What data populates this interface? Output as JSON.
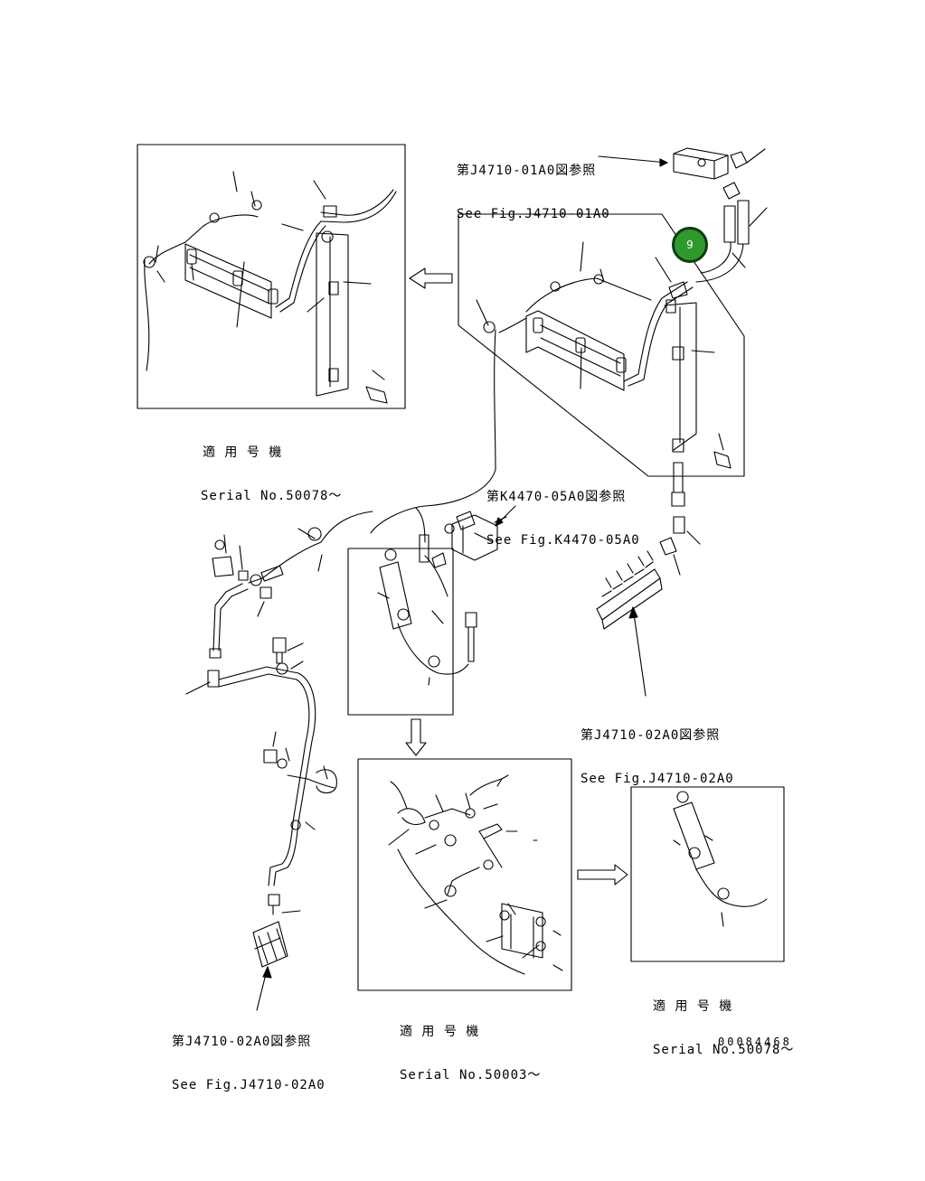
{
  "callouts": [
    {
      "id": "ref_j4710_01a0",
      "ja": "第J4710-01A0図参照",
      "en": "See Fig.J4710-01A0"
    },
    {
      "id": "serial_top_left",
      "ja": "適 用 号 機",
      "en": "Serial No.50078～"
    },
    {
      "id": "ref_k4470_05a0",
      "ja": "第K4470-05A0図参照",
      "en": "See Fig.K4470-05A0"
    },
    {
      "id": "ref_j4710_02a0_right",
      "ja": "第J4710-02A0図参照",
      "en": "See Fig.J4710-02A0"
    },
    {
      "id": "ref_j4710_02a0_left",
      "ja": "第J4710-02A0図参照",
      "en": "See Fig.J4710-02A0"
    },
    {
      "id": "serial_bottom_center",
      "ja": "適 用 号 機",
      "en": "Serial No.50003～"
    },
    {
      "id": "serial_bottom_right",
      "ja": "適 用 号 機",
      "en": "Serial No.50078～"
    }
  ],
  "marker": {
    "label": "9",
    "color": "#2e9a2e"
  },
  "document_number": "00084468"
}
